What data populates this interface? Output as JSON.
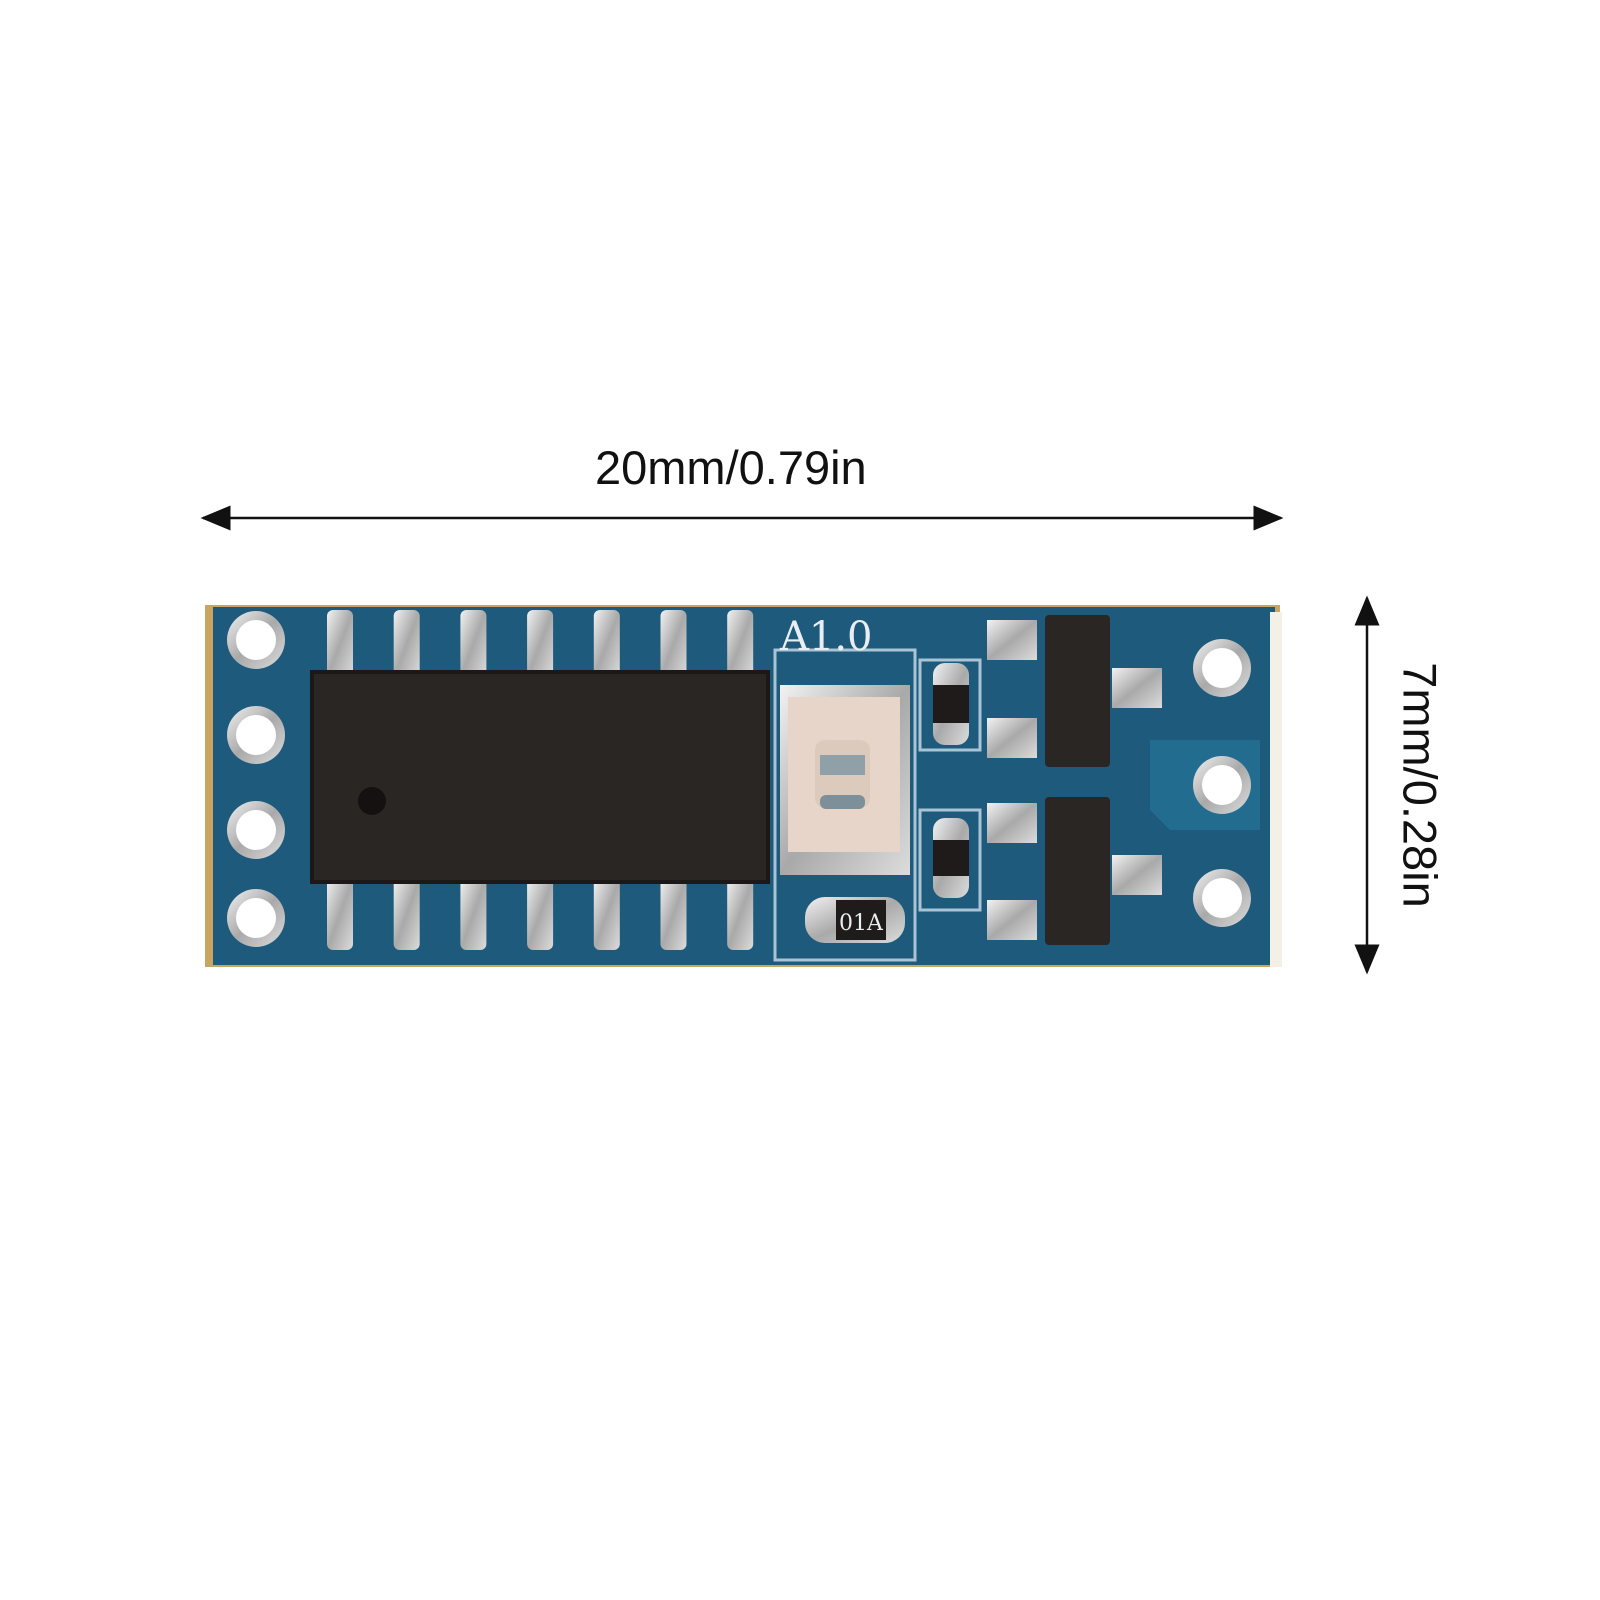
{
  "dimensions": {
    "width_label": "20mm/0.79in",
    "height_label": "7mm/0.28in"
  },
  "board": {
    "silkscreen_version": "A1.0",
    "resistor_marking": "01A",
    "pcb_color": "#1d5a7c",
    "ic_pins_per_side": 7,
    "left_holes": 4,
    "right_holes": 3
  }
}
